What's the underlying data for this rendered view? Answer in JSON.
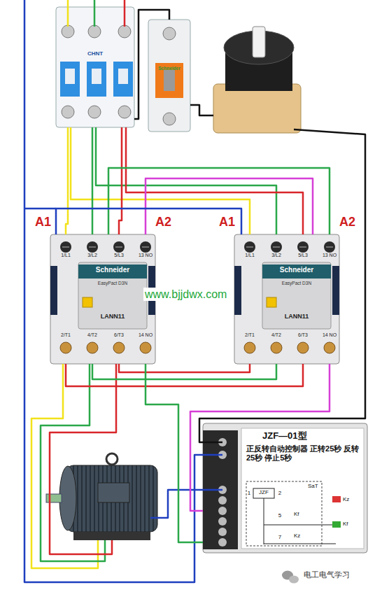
{
  "diagram": {
    "nodes": [
      {
        "text": [
          "CHNT"
        ]
      },
      {
        "text": [
          "Schneider"
        ]
      },
      {
        "text": [
          "A1",
          "A2",
          "1/L1",
          "3/L2",
          "5/L3",
          "13 NO",
          "Schneider",
          "EasyPact D3N",
          "LANN11",
          "2/T1",
          "4/T2",
          "6/T3",
          "14 NO"
        ]
      },
      {
        "text": [
          "A1",
          "A2",
          "1/L1",
          "3/L2",
          "5/L3",
          "13 NO",
          "Schneider",
          "EasyPact D3N",
          "LANN11",
          "2/T1",
          "4/T2",
          "6/T3",
          "14 NO"
        ]
      },
      {
        "text": [
          "JZF—01型",
          "正反转自动控制器 正转25秒 反转25秒 停止5秒",
          "JZF",
          "SaT",
          "1",
          "2",
          "5",
          "7",
          "Kf",
          "Kz",
          "Kz",
          "Kf"
        ]
      }
    ],
    "edges": [
      {
        "from": 0,
        "to": 2,
        "arrow": "none"
      },
      {
        "from": 0,
        "to": 3,
        "arrow": "none"
      },
      {
        "from": 0,
        "to": 2,
        "arrow": "none"
      },
      {
        "from": 0,
        "to": 3,
        "arrow": "none"
      },
      {
        "from": 0,
        "to": 2,
        "arrow": "none"
      },
      {
        "from": 0,
        "to": 3,
        "arrow": "none"
      },
      {
        "from": 0,
        "to": 1,
        "arrow": "none"
      },
      {
        "from": 2,
        "to": 3,
        "arrow": "none"
      },
      {
        "from": 3,
        "to": 2,
        "arrow": "none"
      },
      {
        "from": 2,
        "to": 3,
        "arrow": "none"
      },
      {
        "from": 2,
        "to": 3,
        "arrow": "none"
      },
      {
        "from": 2,
        "to": 3,
        "arrow": "none"
      },
      {
        "from": 2,
        "to": 3,
        "arrow": "none"
      },
      {
        "from": 2,
        "to": 4,
        "arrow": "none"
      },
      {
        "from": 3,
        "to": 4,
        "arrow": "none"
      }
    ],
    "labels": [
      "www.bjjdwx.com",
      "电工电气学习"
    ]
  }
}
